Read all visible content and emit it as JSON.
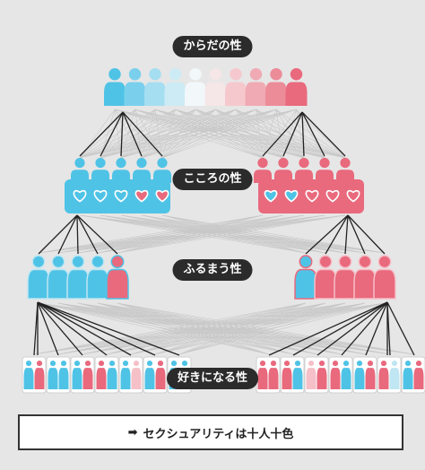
{
  "labels": {
    "body_sex": "からだの性",
    "gender_identity": "こころの性",
    "gender_expression": "ふるまう性",
    "sexual_orientation": "好きになる性"
  },
  "conclusion": {
    "arrow": "➡",
    "text": "セクシュアリティは十人十色"
  },
  "colors": {
    "background": "#e6e6e6",
    "blue": "#4fc3e6",
    "pink": "#e9697d",
    "light_blue": "#bfe6f2",
    "light_pink": "#f5c0c8",
    "line": "#222222",
    "faint_line": "#c8c8c8"
  },
  "body_spectrum": [
    "#4fc3e6",
    "#7ad0ec",
    "#a6def1",
    "#cdebf5",
    "#f2f7fa",
    "#f5e6e8",
    "#f5c8cd",
    "#f0aab3",
    "#ec8c99",
    "#e9697d"
  ]
}
